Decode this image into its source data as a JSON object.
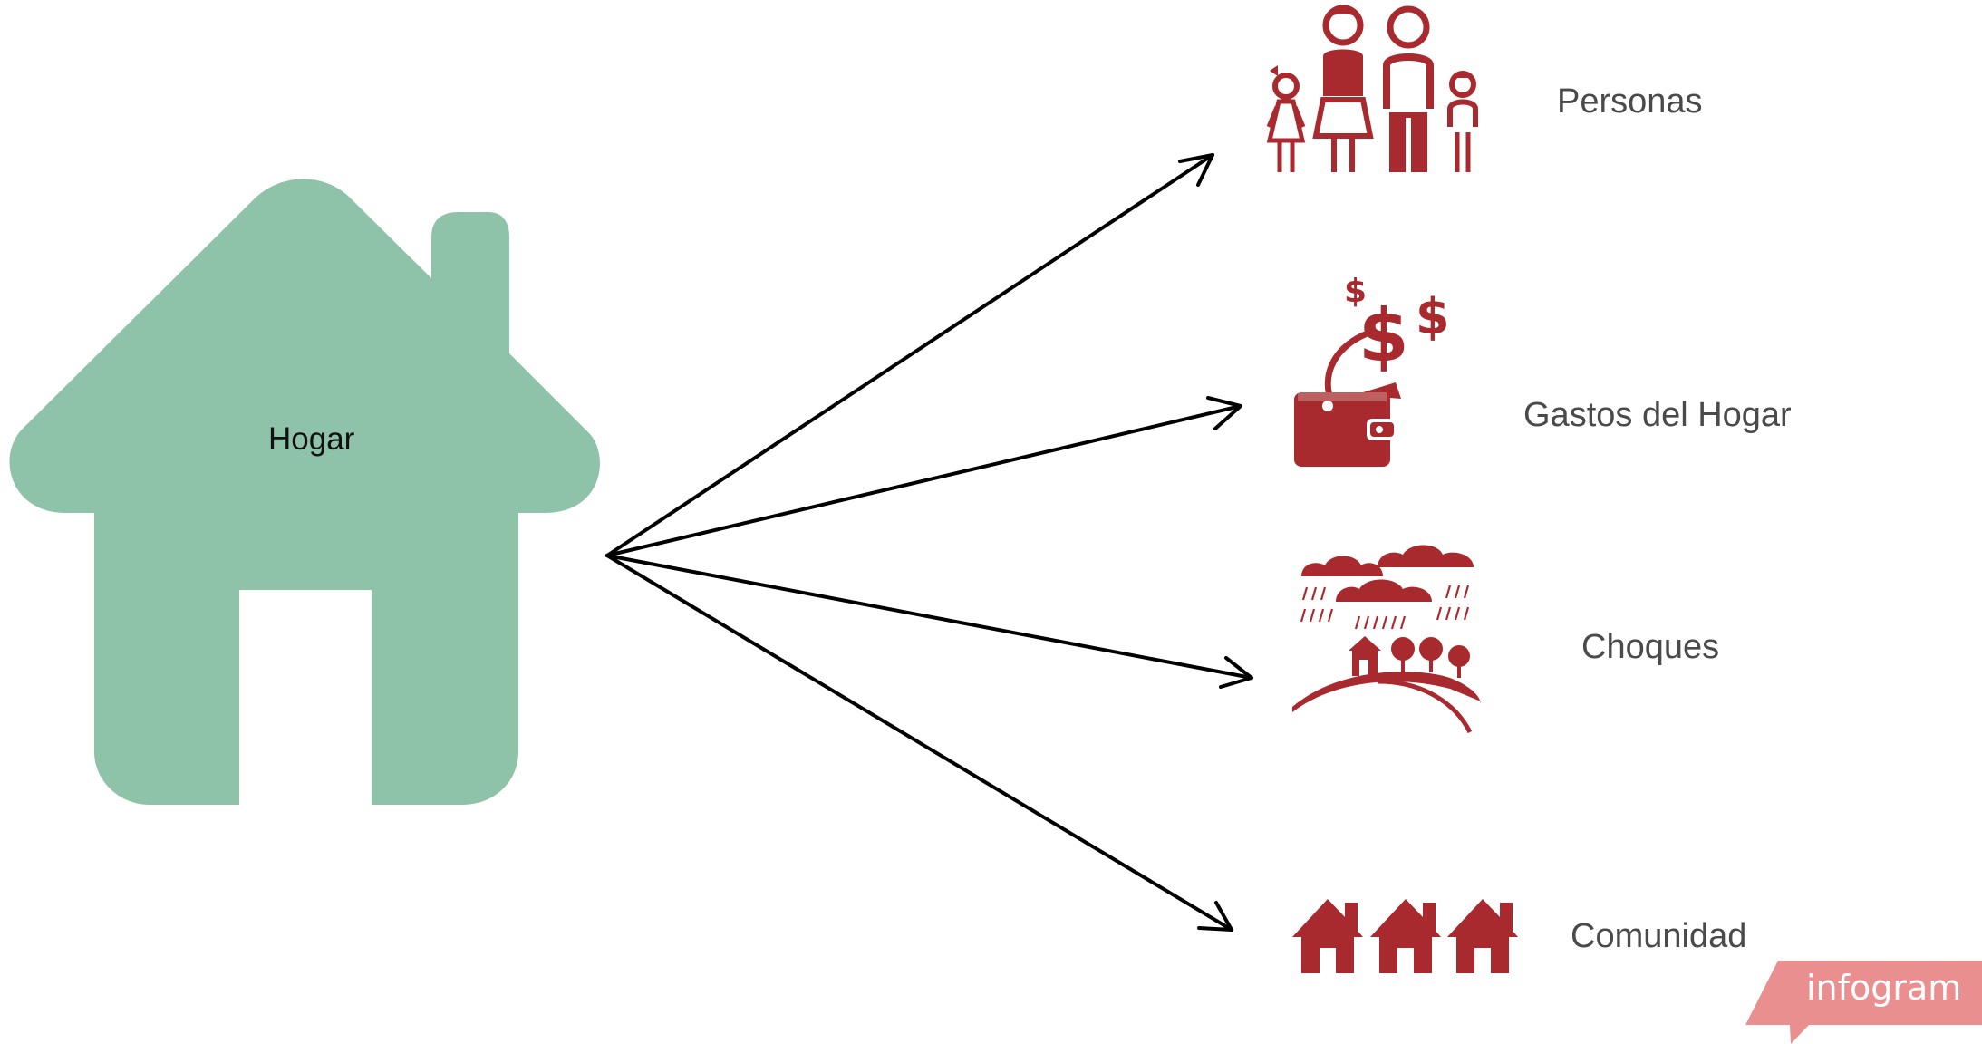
{
  "house": {
    "label": "Hogar",
    "icon": "house-icon",
    "color": "#8fc3a9"
  },
  "nodes": [
    {
      "id": "personas",
      "label": "Personas",
      "icon": "family-icon"
    },
    {
      "id": "gastos",
      "label": "Gastos del Hogar",
      "icon": "wallet-money-icon"
    },
    {
      "id": "choques",
      "label": "Choques",
      "icon": "storm-landscape-icon"
    },
    {
      "id": "comunidad",
      "label": "Comunidad",
      "icon": "houses-icon"
    }
  ],
  "colors": {
    "icon": "#a92a2e",
    "label": "#4a4a4a",
    "arrow": "#000000",
    "brand": "#e98f8f"
  },
  "brand": {
    "text": "infogram"
  }
}
